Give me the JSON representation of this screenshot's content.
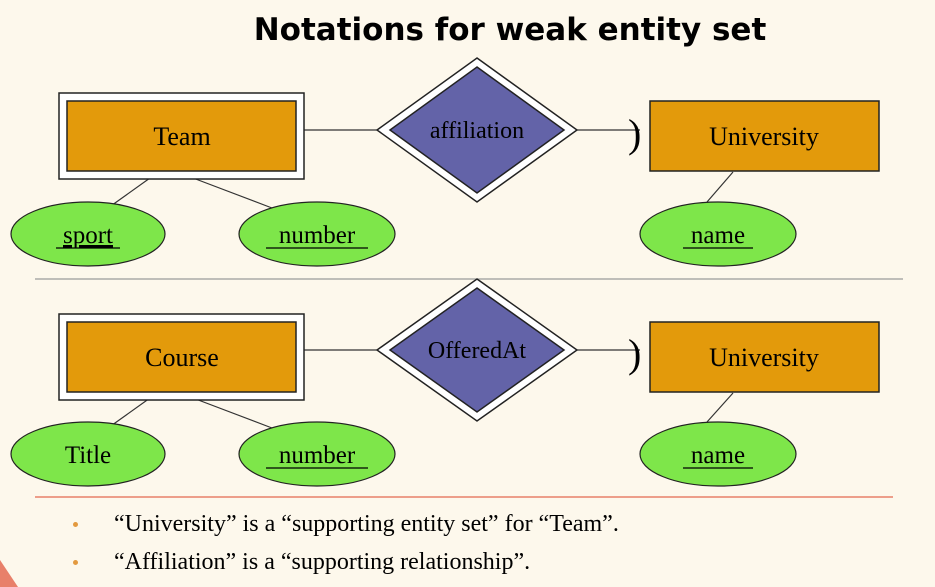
{
  "slide": {
    "title": "Notations for weak entity set"
  },
  "colors": {
    "entity_fill": "#e39a0b",
    "relationship_fill": "#6363a8",
    "attribute_fill": "#7ee64a",
    "separator_top": "#9a9a9a",
    "separator_bottom": "#e8806a",
    "bullet": "#e39a3f"
  },
  "diagram_top": {
    "weak_entity": "Team",
    "relationship": "affiliation",
    "owner_entity": "University",
    "weak_attributes": [
      {
        "label": "sport",
        "underlined": true
      },
      {
        "label": "number",
        "underlined": true
      }
    ],
    "owner_attributes": [
      {
        "label": "name",
        "underlined": true
      }
    ]
  },
  "diagram_bottom": {
    "weak_entity": "Course",
    "relationship": "OfferedAt",
    "owner_entity": "University",
    "weak_attributes": [
      {
        "label": "Title",
        "underlined": false
      },
      {
        "label": "number",
        "underlined": true
      }
    ],
    "owner_attributes": [
      {
        "label": "name",
        "underlined": true
      }
    ]
  },
  "bullets": [
    "“University” is a “supporting entity set” for “Team”.",
    "“Affiliation” is a “supporting relationship”."
  ]
}
